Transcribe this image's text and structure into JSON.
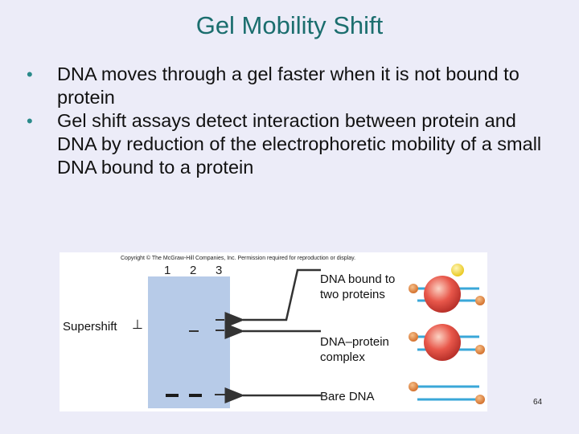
{
  "slide": {
    "title": "Gel Mobility Shift",
    "bullets": [
      "DNA moves through a gel faster when it is not bound to protein",
      "Gel shift assays detect interaction between protein and DNA by reduction of the electrophoretic mobility of a small DNA bound to a protein"
    ],
    "bullet_symbol": "•",
    "page_number": "64"
  },
  "figure": {
    "copyright": "Copyright © The McGraw-Hill Companies, Inc. Permission required for reproduction or display.",
    "lanes": [
      "1",
      "2",
      "3"
    ],
    "supershift_label": "Supershift",
    "labels": {
      "two_proteins_line1": "DNA bound to",
      "two_proteins_line2": "two proteins",
      "complex_line1": "DNA–protein",
      "complex_line2": "complex",
      "bare": "Bare DNA"
    },
    "colors": {
      "gel": "#b7cbe8",
      "dna_strand": "#3aa7d8",
      "protein": "#e8574a",
      "dna_end": "#e07a35",
      "second_protein": "#f5dc3a",
      "title": "#1b6e6e"
    }
  }
}
